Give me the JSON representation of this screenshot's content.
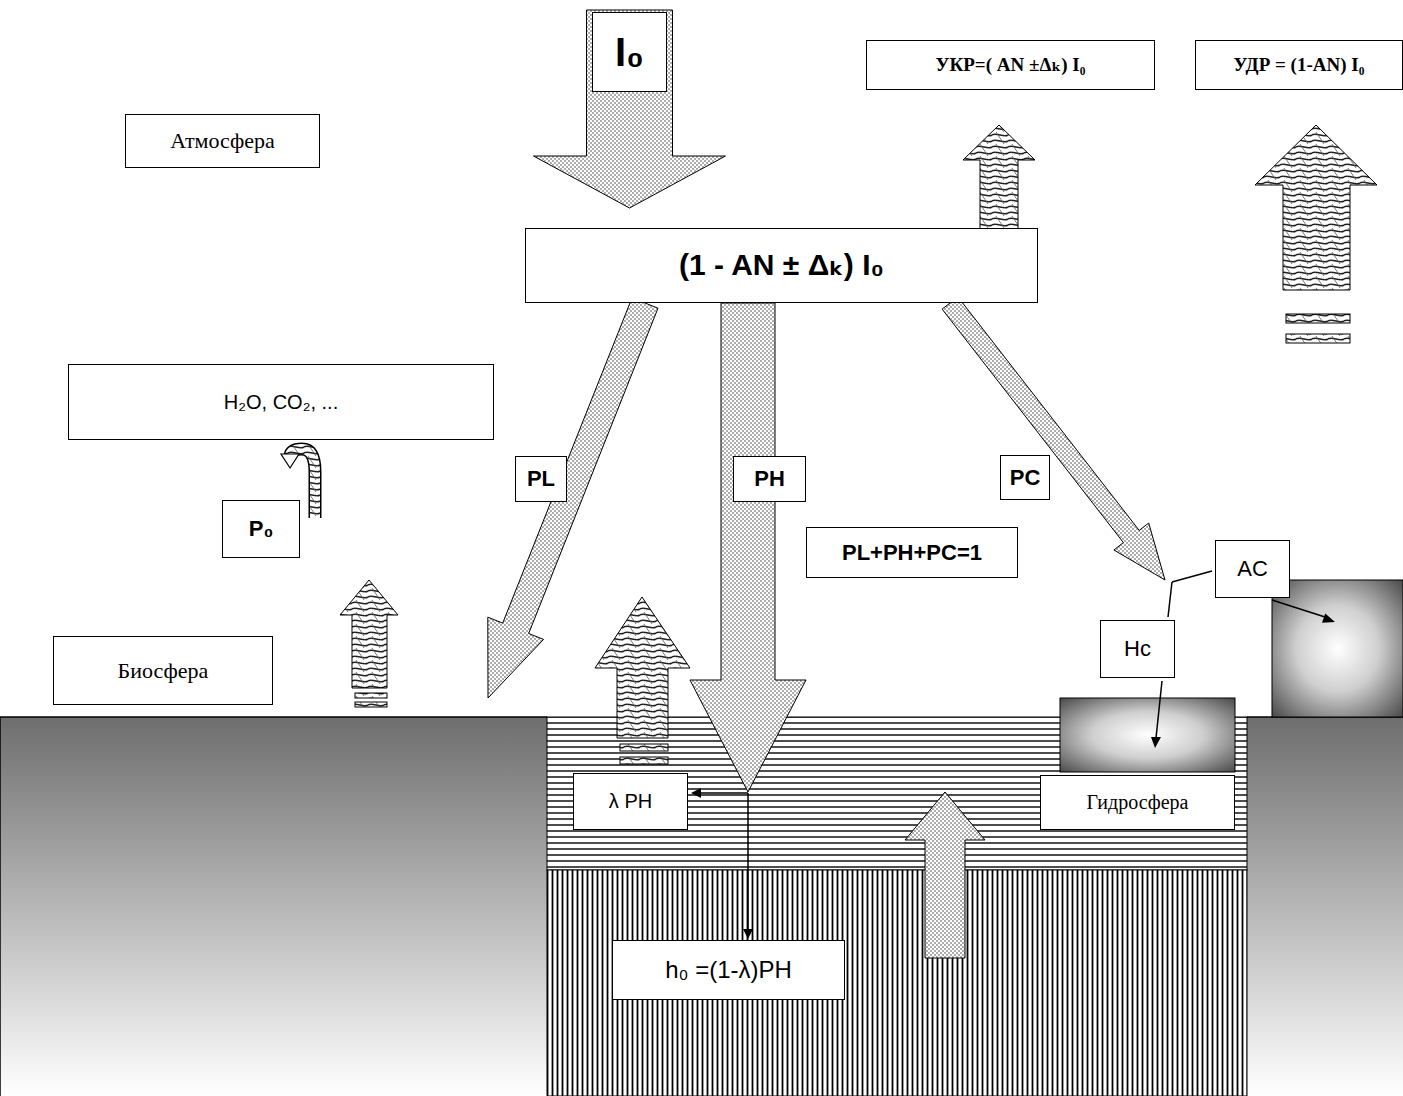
{
  "diagram": {
    "nodes": [
      {
        "text": [
          "I₀"
        ]
      },
      {
        "text": [
          "УКР=( AN ±Δₖ) I₀"
        ]
      },
      {
        "text": [
          "УДР = (1-AN) I₀"
        ]
      },
      {
        "text": [
          "Атмосфера"
        ]
      },
      {
        "text": [
          "(1 - AN ± Δₖ) I₀"
        ]
      },
      {
        "text": [
          "H₂O, CO₂, ..."
        ]
      },
      {
        "text": [
          "PL"
        ]
      },
      {
        "text": [
          "PH"
        ]
      },
      {
        "text": [
          "PC"
        ]
      },
      {
        "text": [
          "P₀"
        ]
      },
      {
        "text": [
          "PL+PH+PC=1"
        ]
      },
      {
        "text": [
          "AC"
        ]
      },
      {
        "text": [
          "Hc"
        ]
      },
      {
        "text": [
          "Биосфера"
        ]
      },
      {
        "text": [
          "λ PH"
        ]
      },
      {
        "text": [
          "Гидросфера"
        ]
      },
      {
        "text": [
          "h₀ =(1-λ)PH"
        ]
      }
    ],
    "edges": [
      {
        "from": 0,
        "to": 4,
        "arrow": "to"
      },
      {
        "from": 4,
        "to": 1,
        "arrow": "to"
      }
    ]
  }
}
